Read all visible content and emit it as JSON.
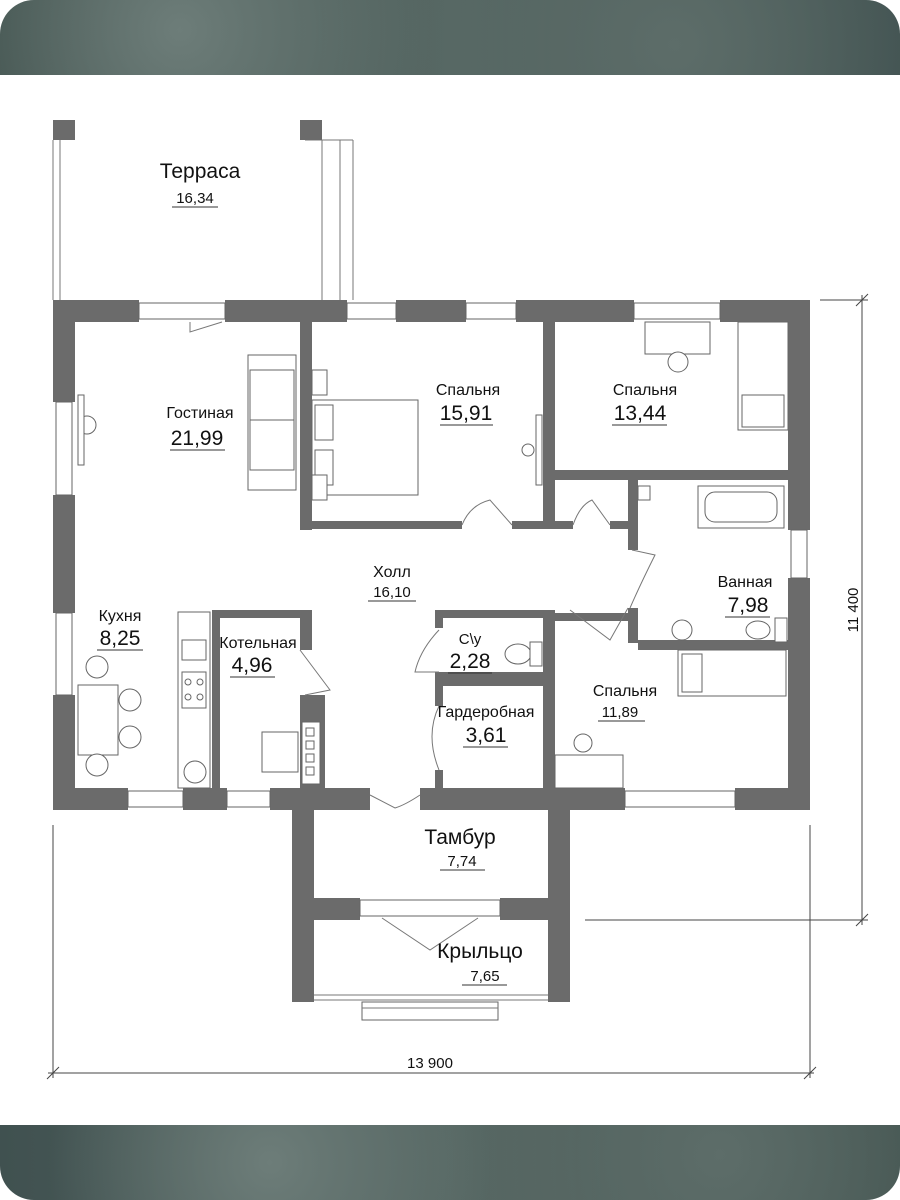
{
  "rooms": {
    "terrace": {
      "name": "Терраса",
      "area": "16,34"
    },
    "living": {
      "name": "Гостиная",
      "area": "21,99"
    },
    "bedroom1": {
      "name": "Спальня",
      "area": "15,91"
    },
    "bedroom2": {
      "name": "Спальня",
      "area": "13,44"
    },
    "bathroom": {
      "name": "Ванная",
      "area": "7,98"
    },
    "hall": {
      "name": "Холл",
      "area": "16,10"
    },
    "kitchen": {
      "name": "Кухня",
      "area": "8,25"
    },
    "boiler": {
      "name": "Котельная",
      "area": "4,96"
    },
    "wc": {
      "name": "С\\у",
      "area": "2,28"
    },
    "wardrobe": {
      "name": "Гардеробная",
      "area": "3,61"
    },
    "bedroom3": {
      "name": "Спальня",
      "area": "11,89"
    },
    "vestibule": {
      "name": "Тамбур",
      "area": "7,74"
    },
    "porch": {
      "name": "Крыльцо",
      "area": "7,65"
    }
  },
  "dimensions": {
    "width": "13 900",
    "height": "11 400"
  },
  "colors": {
    "band": "#4a5b57",
    "wall": "#6b6b6b"
  }
}
